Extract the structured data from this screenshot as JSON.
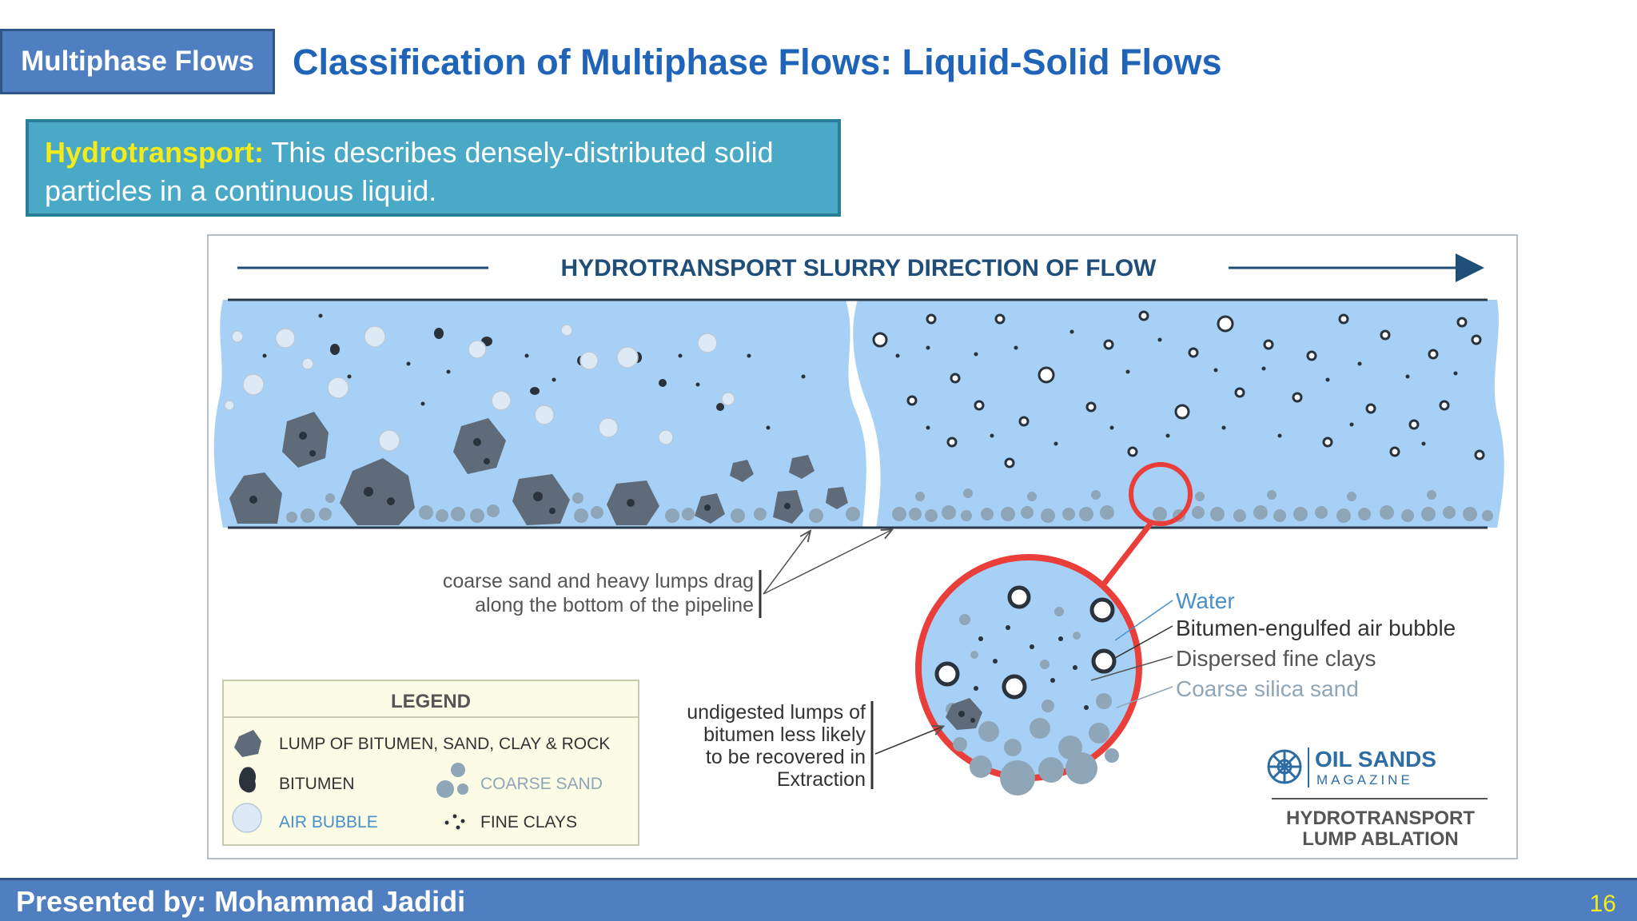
{
  "slide": {
    "section_tag": "Multiphase Flows",
    "title": "Classification of Multiphase Flows: Liquid-Solid Flows",
    "definition": {
      "term": "Hydrotransport:",
      "text": " This describes densely-distributed solid particles in a continuous liquid."
    },
    "footer": "Presented by: Mohammad Jadidi",
    "page_number": "16"
  },
  "figure": {
    "heading": "HYDROTRANSPORT SLURRY DIRECTION OF FLOW",
    "annotation_drag": [
      "coarse sand and heavy lumps drag",
      "along the bottom of the pipeline"
    ],
    "annotation_lumps": [
      "undigested lumps of",
      "bitumen less likely",
      "to be recovered in",
      "Extraction"
    ],
    "zoom_labels": {
      "water": "Water",
      "bubble": "Bitumen-engulfed air bubble",
      "clays": "Dispersed fine clays",
      "sand": "Coarse silica sand"
    },
    "legend": {
      "title": "LEGEND",
      "lump": "LUMP OF BITUMEN, SAND, CLAY & ROCK",
      "bitumen": "BITUMEN",
      "coarse_sand": "COARSE SAND",
      "air_bubble": "AIR BUBBLE",
      "fine_clays": "FINE CLAYS"
    },
    "logo": {
      "line1": "OIL SANDS",
      "line2": "MAGAZINE",
      "caption1": "HYDROTRANSPORT",
      "caption2": "LUMP ABLATION"
    },
    "colors": {
      "water": "#a6d0f5",
      "lump": "#5f6b78",
      "bitumen": "#2a323c",
      "sand": "#8fa5b8",
      "bubble": "#dde9f4",
      "zoom_ring": "#ea3e3b",
      "heading": "#1f4e79"
    }
  }
}
